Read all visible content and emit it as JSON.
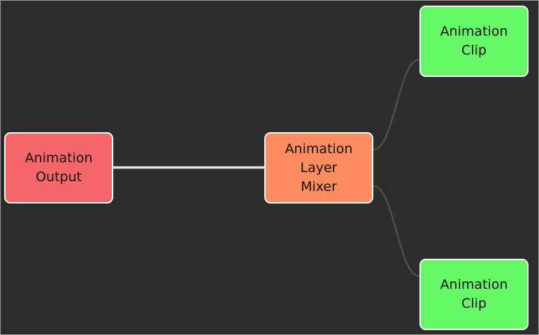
{
  "graph": {
    "nodes": {
      "output": {
        "label": "Animation\nOutput",
        "color": "#f7676a"
      },
      "mixer": {
        "label": "Animation\nLayer\nMixer",
        "color": "#fd8c5e"
      },
      "clip_1": {
        "label": "Animation\nClip",
        "color": "#66f866"
      },
      "clip_2": {
        "label": "Animation\nClip",
        "color": "#66f866"
      }
    },
    "edges": [
      {
        "from": "output",
        "to": "mixer",
        "style": "connected",
        "color": "#e4e4e4"
      },
      {
        "from": "mixer",
        "to": "clip_1",
        "style": "faint",
        "color": "#4f4f4f"
      },
      {
        "from": "mixer",
        "to": "clip_2",
        "style": "faint",
        "color": "#4f4f4f"
      }
    ],
    "colors": {
      "background": "#2d2d2d",
      "node_border": "#ffffff"
    }
  }
}
